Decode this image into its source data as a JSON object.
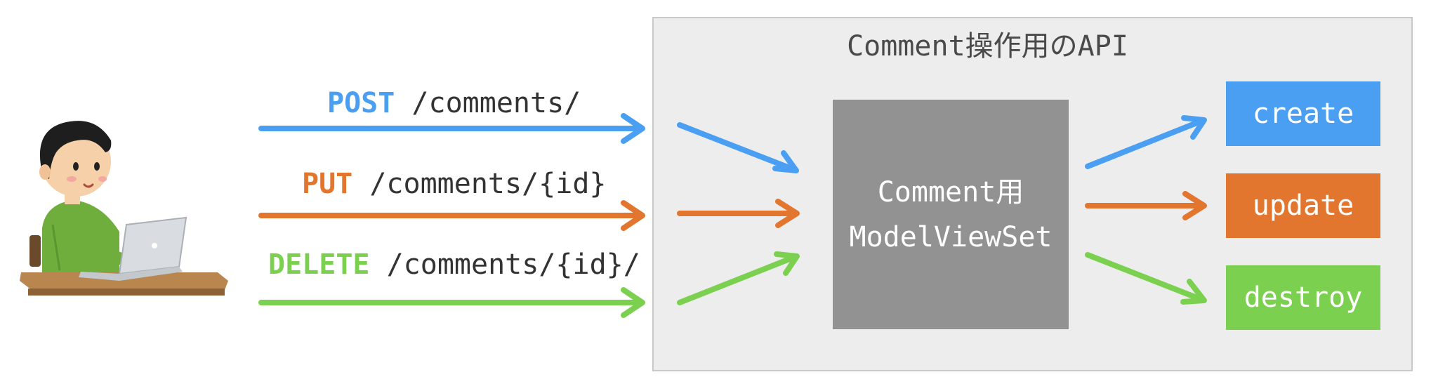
{
  "api_box": {
    "title": "Comment操作用のAPI"
  },
  "viewset": {
    "line1": "Comment用",
    "line2": "ModelViewSet"
  },
  "requests": [
    {
      "method": "POST",
      "path": " /comments/",
      "color": "#4a9ff2"
    },
    {
      "method": "PUT",
      "path": " /comments/{id}",
      "color": "#e2762f"
    },
    {
      "method": "DELETE",
      "path": " /comments/{id}/",
      "color": "#7bd14f"
    }
  ],
  "actions": [
    {
      "label": "create",
      "color": "#4a9ff2"
    },
    {
      "label": "update",
      "color": "#e2762f"
    },
    {
      "label": "destroy",
      "color": "#7bd14f"
    }
  ],
  "user_icon": "person-at-laptop-illustration"
}
